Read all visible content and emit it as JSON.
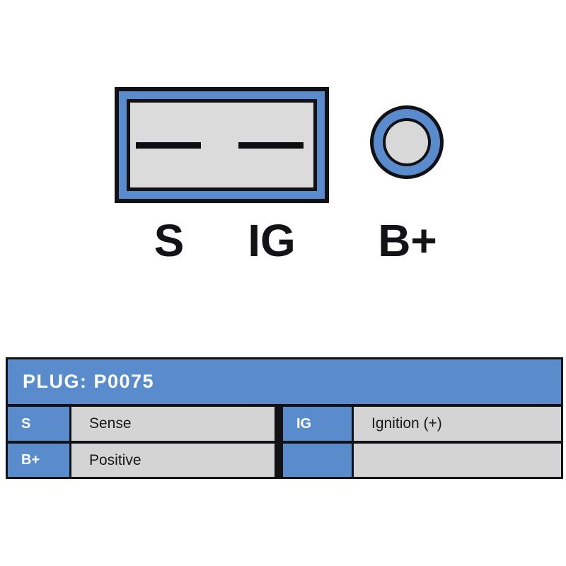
{
  "diagram": {
    "pin_labels": [
      "S",
      "IG",
      "B+"
    ],
    "connector": {
      "slot_pins": [
        "S",
        "IG"
      ],
      "round_pin": "B+"
    }
  },
  "table": {
    "title": "PLUG: P0075",
    "rows": [
      [
        "S",
        "Sense",
        "IG",
        "Ignition (+)"
      ],
      [
        "B+",
        "Positive",
        "",
        ""
      ]
    ]
  },
  "colors": {
    "accent_blue": "#5a8ccd",
    "outline_black": "#121216",
    "cell_gray": "#d4d4d4",
    "connector_face_gray": "#dbdbdb",
    "terminal_center_gray": "#d8d8d8",
    "background": "#ffffff",
    "header_text": "#ffffff"
  }
}
